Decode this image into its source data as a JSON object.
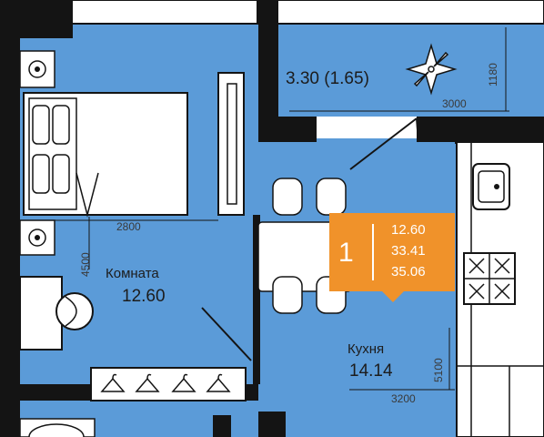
{
  "colors": {
    "floor": "#5b9bd8",
    "wall": "#141414",
    "badge": "#f0922a",
    "furniture": "#ffffff"
  },
  "rooms": {
    "room": {
      "name": "Комната",
      "area": "12.60"
    },
    "kitchen": {
      "name": "Кухня",
      "area": "14.14"
    },
    "balcony": {
      "area": "3.30 (1.65)"
    }
  },
  "dimensions": {
    "room_width": "2800",
    "room_depth": "4500",
    "kitchen_width": "3200",
    "kitchen_depth": "5100",
    "balcony_width": "3000",
    "balcony_depth": "1180"
  },
  "badge": {
    "rooms_count": "1",
    "living_area": "12.60",
    "total_area": "33.41",
    "area_with_balcony": "35.06"
  },
  "icons": [
    "compass-icon",
    "hanger-icon",
    "sink-icon",
    "stove-icon",
    "toilet-icon",
    "washer-icon"
  ]
}
